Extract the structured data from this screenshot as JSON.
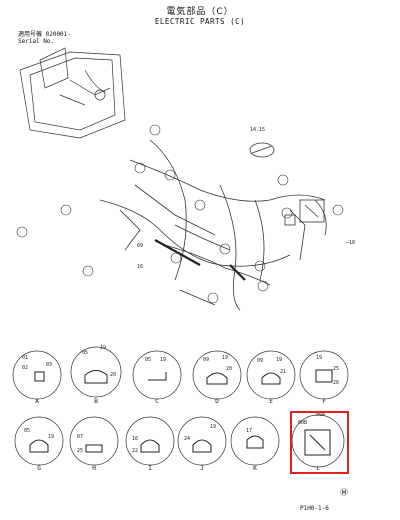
{
  "title": {
    "jp": "電気部品（C）",
    "en": "ELECTRIC PARTS (C)"
  },
  "serial": {
    "jp": "適用号機 020001-",
    "en": "Serial No."
  },
  "page_ref": "P1H0-1-6",
  "mark": "Ⓜ",
  "top_numbers": [
    "14.15",
    "18",
    "09",
    "16",
    "—18"
  ],
  "letters_main": [
    "A",
    "B",
    "C",
    "D",
    "E",
    "F",
    "G",
    "H",
    "I",
    "J",
    "K",
    "L"
  ],
  "clips_row1": [
    {
      "letter": "A",
      "nums": [
        "01",
        "02",
        "03"
      ]
    },
    {
      "letter": "B",
      "nums": [
        "05",
        "19",
        "20"
      ]
    },
    {
      "letter": "C",
      "nums": [
        "05",
        "19"
      ]
    },
    {
      "letter": "D",
      "nums": [
        "09",
        "19",
        "20"
      ]
    },
    {
      "letter": "E",
      "nums": [
        "09",
        "19",
        "21"
      ]
    },
    {
      "letter": "F",
      "nums": [
        "19",
        "25",
        "26"
      ]
    }
  ],
  "clips_row2": [
    {
      "letter": "G",
      "nums": [
        "05",
        "19"
      ]
    },
    {
      "letter": "H",
      "nums": [
        "07",
        "25"
      ]
    },
    {
      "letter": "I",
      "nums": [
        "16",
        "22"
      ]
    },
    {
      "letter": "J",
      "nums": [
        "24",
        "19"
      ]
    },
    {
      "letter": "K",
      "nums": [
        "17"
      ]
    },
    {
      "letter": "L",
      "nums": [
        "00A",
        "00B"
      ]
    }
  ],
  "colors": {
    "highlight": "#e02020",
    "ink": "#222222"
  }
}
